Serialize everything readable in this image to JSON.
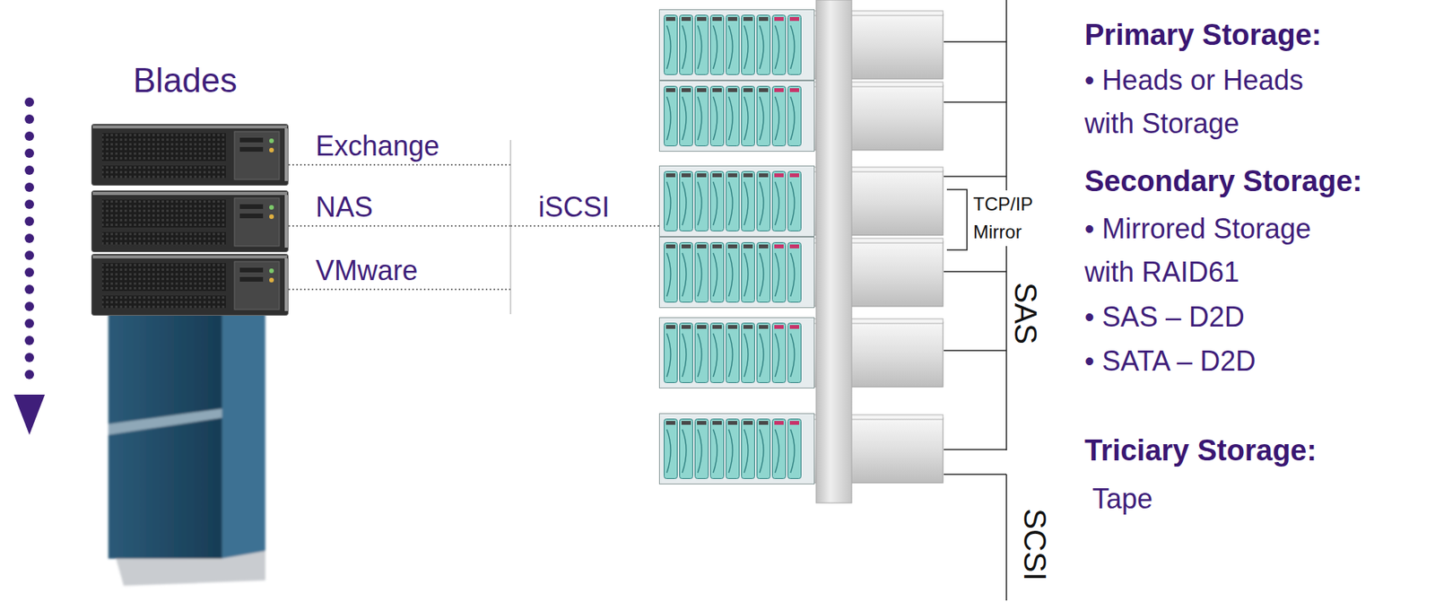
{
  "diagram": {
    "labels": [
      "Blades",
      "Exchange",
      "NAS",
      "VMware",
      "iSCSI",
      "TCP/IP Mirror",
      "SAS",
      "SCSI",
      "Primary Storage:",
      "• Heads or Heads with Storage",
      "Secondary Storage:",
      "• Mirrored Storage with RAID61",
      "• SAS – D2D",
      "• SATA – D2D",
      "Triciary Storage:",
      "Tape"
    ]
  }
}
